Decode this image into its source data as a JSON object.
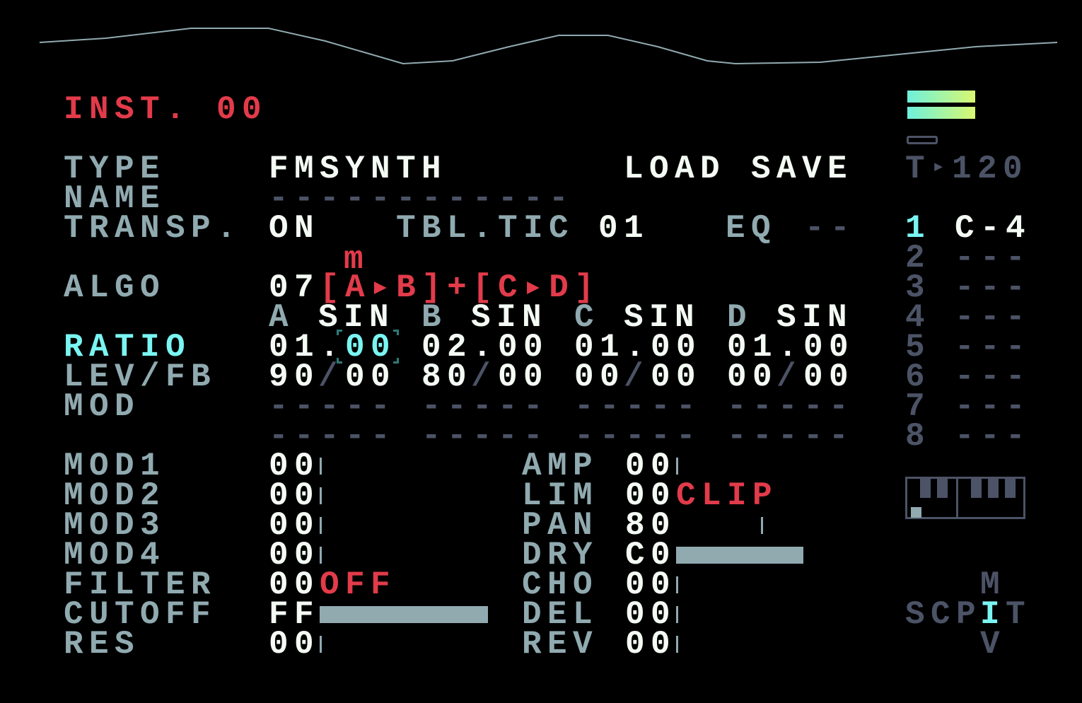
{
  "header": {
    "title": "INST.",
    "number": "00"
  },
  "fields": {
    "type_label": "TYPE",
    "type_value": "FMSYNTH",
    "load": "LOAD",
    "save": "SAVE",
    "name_label": "NAME",
    "name_value": "------------",
    "transp_label": "TRANSP.",
    "transp_value": "ON",
    "tbltic_label": "TBL.TIC",
    "tbltic_value": "01",
    "eq_label": "EQ",
    "eq_value": "--",
    "algo_marker": "m",
    "algo_label": "ALGO",
    "algo_num": "07",
    "algo_value": "[A▸B]+[C▸D]"
  },
  "operators": [
    {
      "name": "A",
      "wave": "SIN",
      "ratio_int": "01.",
      "ratio_frac": "00",
      "lev": "90",
      "fb": "00",
      "mod1": "-----",
      "mod2": "-----"
    },
    {
      "name": "B",
      "wave": "SIN",
      "ratio_int": "02.",
      "ratio_frac": "00",
      "lev": "80",
      "fb": "00",
      "mod1": "-----",
      "mod2": "-----"
    },
    {
      "name": "C",
      "wave": "SIN",
      "ratio_int": "01.",
      "ratio_frac": "00",
      "lev": "00",
      "fb": "00",
      "mod1": "-----",
      "mod2": "-----"
    },
    {
      "name": "D",
      "wave": "SIN",
      "ratio_int": "01.",
      "ratio_frac": "00",
      "lev": "00",
      "fb": "00",
      "mod1": "-----",
      "mod2": "-----"
    }
  ],
  "op_labels": {
    "ratio": "RATIO",
    "levfb": "LEV/FB",
    "mod": "MOD",
    "slash": "/"
  },
  "left_params": [
    {
      "label": "MOD1",
      "value": "00"
    },
    {
      "label": "MOD2",
      "value": "00"
    },
    {
      "label": "MOD3",
      "value": "00"
    },
    {
      "label": "MOD4",
      "value": "00"
    },
    {
      "label": "FILTER",
      "value": "00",
      "extra": "OFF"
    },
    {
      "label": "CUTOFF",
      "value": "FF",
      "level": 1.0
    },
    {
      "label": "RES",
      "value": "00"
    }
  ],
  "right_params": [
    {
      "label": "AMP",
      "value": "00"
    },
    {
      "label": "LIM",
      "value": "00",
      "extra": "CLIP"
    },
    {
      "label": "PAN",
      "value": "80",
      "level": 0.5
    },
    {
      "label": "DRY",
      "value": "C0",
      "level": 0.75
    },
    {
      "label": "CHO",
      "value": "00"
    },
    {
      "label": "DEL",
      "value": "00"
    },
    {
      "label": "REV",
      "value": "00"
    }
  ],
  "sidebar": {
    "tempo_label": "T",
    "tempo_arrow": "▸",
    "tempo": "120",
    "tracks": [
      {
        "n": "1",
        "note": "C-4"
      },
      {
        "n": "2",
        "note": "---"
      },
      {
        "n": "3",
        "note": "---"
      },
      {
        "n": "4",
        "note": "---"
      },
      {
        "n": "5",
        "note": "---"
      },
      {
        "n": "6",
        "note": "---"
      },
      {
        "n": "7",
        "note": "---"
      },
      {
        "n": "8",
        "note": "---"
      }
    ],
    "nav": {
      "up": "M",
      "left": "SCP",
      "current": "I",
      "right": "T",
      "down": "V"
    }
  },
  "colors": {
    "white": "#f4faf4",
    "label": "#90aab0",
    "dim": "#4c5366",
    "red": "#e23b4a",
    "cyan": "#7af5f2"
  }
}
